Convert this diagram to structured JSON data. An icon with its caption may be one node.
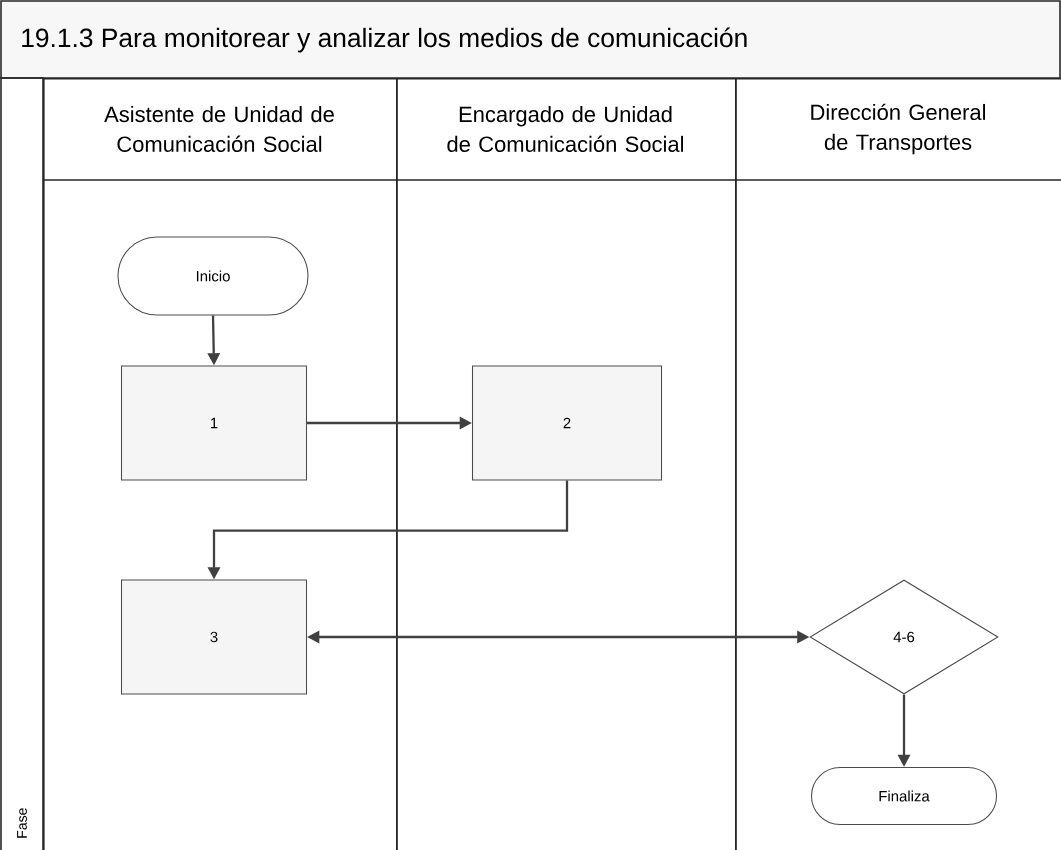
{
  "diagram": {
    "title": "19.1.3 Para monitorear y analizar los medios de comunicación",
    "nodes": [
      {
        "text": [
          "Asistente de Unidad de Comunicación Social"
        ]
      },
      {
        "text": [
          "Encargado de Unidad de Comunicación Social"
        ]
      },
      {
        "text": [
          "Dirección General de Transportes"
        ]
      },
      {
        "text": [
          "Inicio"
        ],
        "in": 0
      },
      {
        "text": [
          "1"
        ],
        "in": 0
      },
      {
        "text": [
          "2"
        ],
        "in": 1
      },
      {
        "text": [
          "3"
        ],
        "in": 0
      },
      {
        "text": [
          "4-6"
        ],
        "in": 2
      },
      {
        "text": [
          "Finaliza"
        ],
        "in": 2
      }
    ],
    "edges": [
      {
        "from": 3,
        "to": 4,
        "arrow": "to"
      },
      {
        "from": 4,
        "to": 5,
        "arrow": "to"
      },
      {
        "from": 5,
        "to": 6,
        "arrow": "to"
      },
      {
        "from": 6,
        "to": 7,
        "arrow": "both"
      },
      {
        "from": 7,
        "to": 8,
        "arrow": "to"
      }
    ],
    "labels": [
      "Fase"
    ]
  }
}
